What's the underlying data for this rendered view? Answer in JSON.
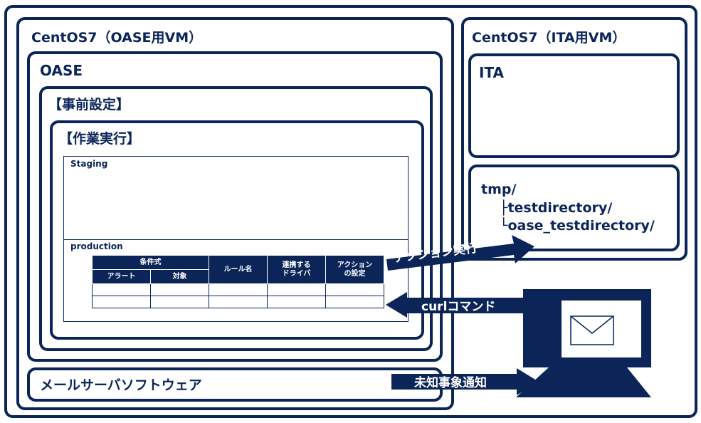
{
  "outer_vm_oase": {
    "title": "CentOS7（OASE用VM）"
  },
  "oase": {
    "title": "OASE"
  },
  "pre_settings": {
    "title": "【事前設定】"
  },
  "work_exec": {
    "title": "【作業実行】"
  },
  "staging": {
    "label": "Staging"
  },
  "production": {
    "label": "production"
  },
  "rule_table": {
    "header_condition": "条件式",
    "header_alert": "アラート",
    "header_target": "対象",
    "header_rule_name": "ルール名",
    "header_driver_line1": "連携する",
    "header_driver_line2": "ドライバ",
    "header_action_line1": "アクション",
    "header_action_line2": "の設定"
  },
  "mail_server": {
    "label": "メールサーバソフトウェア"
  },
  "vm_ita": {
    "title": "CentOS7（ITA用VM）"
  },
  "ita": {
    "title": "ITA"
  },
  "tmp_dir": {
    "root": "tmp/",
    "child1": "├testdirectory/",
    "child2": "└oase_testdirectory/"
  },
  "pc": {
    "label": "PC",
    "icon": "envelope-icon"
  },
  "arrows": {
    "action_exec": "アクション実行",
    "curl_command": "curlコマンド",
    "unknown_event": "未知事象通知"
  },
  "colors": {
    "navy": "#0b2559",
    "white": "#ffffff"
  }
}
